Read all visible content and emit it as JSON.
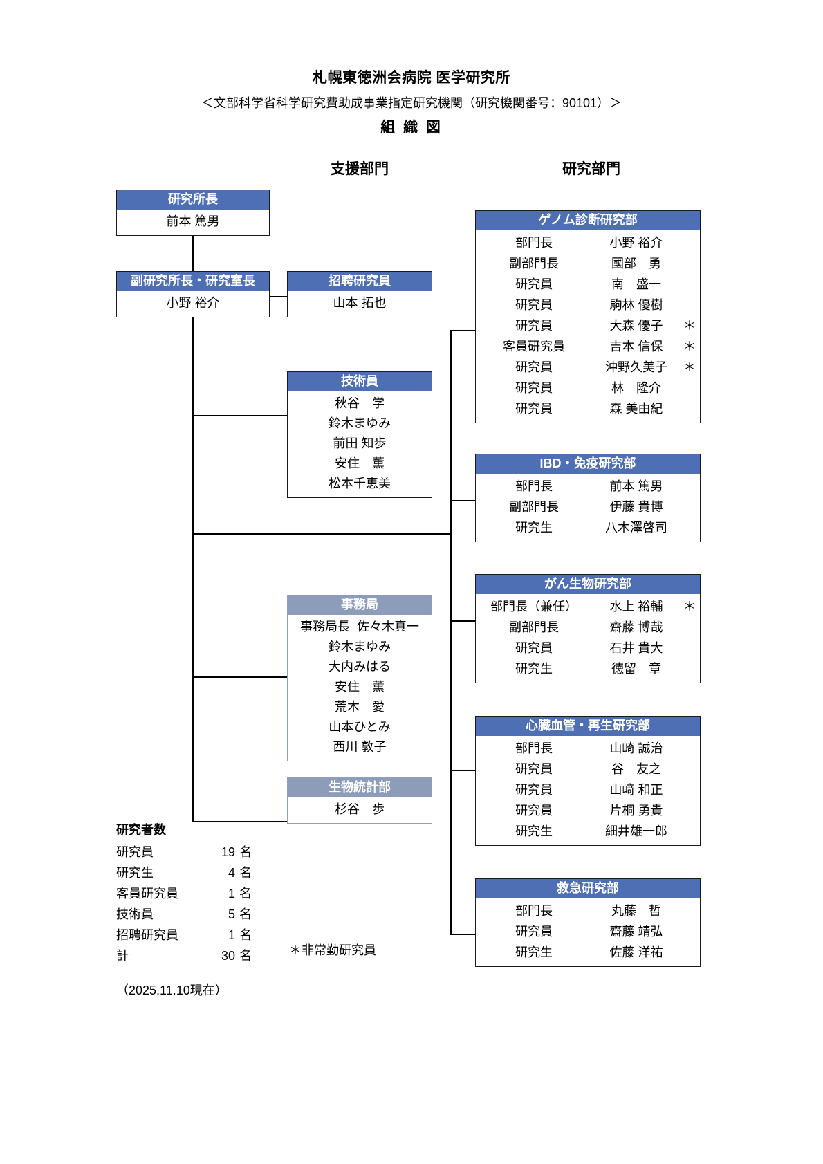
{
  "header": {
    "title": "札幌東徳洲会病院 医学研究所",
    "subtitle": "＜文部科学省科学研究費助成事業指定研究機関（研究機関番号：90101）＞",
    "chart_label": "組 織 図"
  },
  "columns": {
    "support": "支援部門",
    "research": "研究部門"
  },
  "support_boxes": {
    "director": {
      "title": "研究所長",
      "members": [
        "前本 篤男"
      ]
    },
    "deputy_director": {
      "title": "副研究所長・研究室長",
      "members": [
        "小野 裕介"
      ]
    },
    "invited_researcher": {
      "title": "招聘研究員",
      "members": [
        "山本 拓也"
      ]
    },
    "technicians": {
      "title": "技術員",
      "members": [
        "秋谷　学",
        "鈴木まゆみ",
        "前田 知歩",
        "安住　薫",
        "松本千恵美"
      ]
    },
    "office": {
      "title": "事務局",
      "members": [
        "事務局長  佐々木真一",
        "鈴木まゆみ",
        "大内みはる",
        "安住　薫",
        "荒木　愛",
        "山本ひとみ",
        "西川 敦子"
      ]
    },
    "biostatistics": {
      "title": "生物統計部",
      "members": [
        "杉谷　歩"
      ]
    }
  },
  "research_depts": [
    {
      "title": "ゲノム診断研究部",
      "rows": [
        {
          "role": "部門長",
          "name": "小野 裕介",
          "star": ""
        },
        {
          "role": "副部門長",
          "name": "國部　勇",
          "star": ""
        },
        {
          "role": "研究員",
          "name": "南　盛一",
          "star": ""
        },
        {
          "role": "研究員",
          "name": "駒林 優樹",
          "star": ""
        },
        {
          "role": "研究員",
          "name": "大森 優子",
          "star": "＊"
        },
        {
          "role": "客員研究員",
          "name": "吉本 信保",
          "star": "＊"
        },
        {
          "role": "研究員",
          "name": "沖野久美子",
          "star": "＊"
        },
        {
          "role": "研究員",
          "name": "林　隆介",
          "star": ""
        },
        {
          "role": "研究員",
          "name": "森 美由紀",
          "star": ""
        }
      ]
    },
    {
      "title": "IBD・免疫研究部",
      "rows": [
        {
          "role": "部門長",
          "name": "前本 篤男",
          "star": ""
        },
        {
          "role": "副部門長",
          "name": "伊藤 貴博",
          "star": ""
        },
        {
          "role": "研究生",
          "name": "八木澤啓司",
          "star": ""
        }
      ]
    },
    {
      "title": "がん生物研究部",
      "rows": [
        {
          "role": "部門長（兼任）",
          "name": "水上 裕輔",
          "star": "＊"
        },
        {
          "role": "副部門長",
          "name": "齋藤 博哉",
          "star": ""
        },
        {
          "role": "研究員",
          "name": "石井 貴大",
          "star": ""
        },
        {
          "role": "研究生",
          "name": "徳留　章",
          "star": ""
        }
      ]
    },
    {
      "title": "心臓血管・再生研究部",
      "rows": [
        {
          "role": "部門長",
          "name": "山崎 誠治",
          "star": ""
        },
        {
          "role": "研究員",
          "name": "谷　友之",
          "star": ""
        },
        {
          "role": "研究員",
          "name": "山﨑 和正",
          "star": ""
        },
        {
          "role": "研究員",
          "name": "片桐 勇貴",
          "star": ""
        },
        {
          "role": "研究生",
          "name": "細井雄一郎",
          "star": ""
        }
      ]
    },
    {
      "title": "救急研究部",
      "rows": [
        {
          "role": "部門長",
          "name": "丸藤　哲",
          "star": ""
        },
        {
          "role": "研究員",
          "name": "齋藤 靖弘",
          "star": ""
        },
        {
          "role": "研究生",
          "name": "佐藤 洋祐",
          "star": ""
        }
      ]
    }
  ],
  "stats": {
    "title": "研究者数",
    "rows": [
      {
        "label": "研究員",
        "value": "19",
        "unit": "名"
      },
      {
        "label": "研究生",
        "value": "4",
        "unit": "名"
      },
      {
        "label": "客員研究員",
        "value": "1",
        "unit": "名"
      },
      {
        "label": "技術員",
        "value": "5",
        "unit": "名"
      },
      {
        "label": "招聘研究員",
        "value": "1",
        "unit": "名"
      },
      {
        "label": "計",
        "value": "30",
        "unit": "名"
      }
    ],
    "footnote": "＊非常勤研究員",
    "as_of": "（2025.11.10現在）"
  },
  "colors": {
    "header_blue": "#4f6fb5",
    "header_grey": "#8d9cb8",
    "border_black": "#1a1a1a",
    "border_grey": "#8fa0c0"
  }
}
